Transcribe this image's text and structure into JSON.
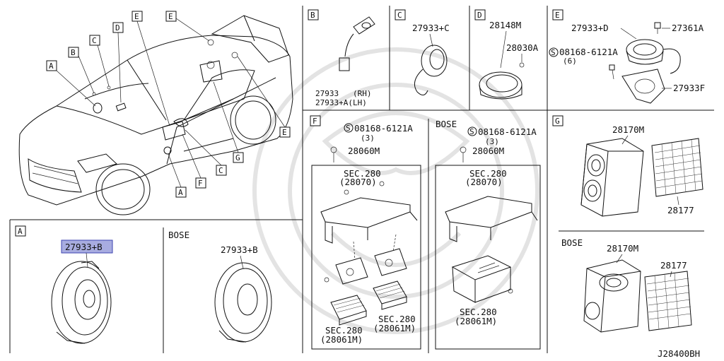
{
  "diagram_code": "J28400BH",
  "overview": {
    "callouts": [
      "A",
      "B",
      "C",
      "D",
      "E",
      "E",
      "F",
      "C",
      "G",
      "A"
    ]
  },
  "panels": {
    "A": {
      "letter": "A",
      "std_part": "27933+B",
      "bose_label": "BOSE",
      "bose_part": "27933+B"
    },
    "B": {
      "letter": "B",
      "line1": "27933   (RH)",
      "line2": "27933+A(LH)"
    },
    "C": {
      "letter": "C",
      "part": "27933+C"
    },
    "D": {
      "letter": "D",
      "part1": "28148M",
      "part2": "28030A"
    },
    "E": {
      "letter": "E",
      "part1": "27933+D",
      "part2": "27361A",
      "bolt_symbol": "S",
      "bolt": "08168-6121A",
      "bolt_qty": "(6)",
      "part3": "27933F"
    },
    "F": {
      "letter": "F",
      "bolt_symbol": "S",
      "bolt": "08168-6121A",
      "bolt_qty": "(3)",
      "part1": "28060M",
      "sec_upper_1": "SEC.280",
      "sec_upper_2": "(28070)",
      "sec_left_1": "SEC.280",
      "sec_left_2": "(28061M)",
      "sec_right_1": "SEC.280",
      "sec_right_2": "(28061M)"
    },
    "F_bose": {
      "label": "BOSE",
      "bolt_symbol": "S",
      "bolt": "08168-6121A",
      "bolt_qty": "(3)",
      "part1": "28060M",
      "sec_upper_1": "SEC.280",
      "sec_upper_2": "(28070)",
      "sec_lower_1": "SEC.280",
      "sec_lower_2": "(28061M)"
    },
    "G": {
      "letter": "G",
      "part1": "28170M",
      "part2": "28177",
      "bose_label": "BOSE",
      "bose_part1": "28170M",
      "bose_part2": "28177"
    }
  }
}
